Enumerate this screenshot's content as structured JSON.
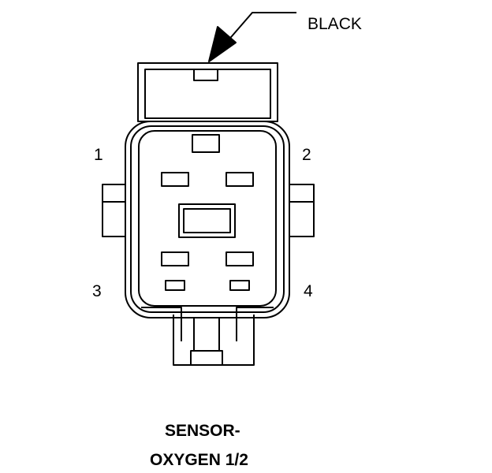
{
  "connector": {
    "color_callout": "BLACK",
    "pins": [
      {
        "label": "1"
      },
      {
        "label": "2"
      },
      {
        "label": "3"
      },
      {
        "label": "4"
      }
    ],
    "title_line1": "SENSOR-",
    "title_line2": "OXYGEN 1/2"
  },
  "colors": {
    "line": "#000000",
    "background": "#ffffff"
  }
}
